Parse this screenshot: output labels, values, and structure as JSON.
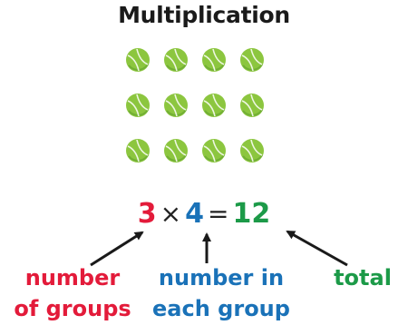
{
  "title": "Multiplication",
  "array": {
    "rows": 3,
    "columns": 4,
    "item": "tennis-ball-icon"
  },
  "equation": {
    "groups": "3",
    "times_sign": "×",
    "per_group": "4",
    "equals_sign": "=",
    "total": "12"
  },
  "labels": {
    "groups_line1": "number",
    "groups_line2": "of groups",
    "per_group_line1": "number in",
    "per_group_line2": "each group",
    "total": "total"
  },
  "colors": {
    "groups": "#e31b3a",
    "per_group": "#1a72b8",
    "total": "#1c9a48",
    "ball": "#8cc63f",
    "ball_dark": "#5fa02d",
    "arrow": "#1a1a1a"
  }
}
